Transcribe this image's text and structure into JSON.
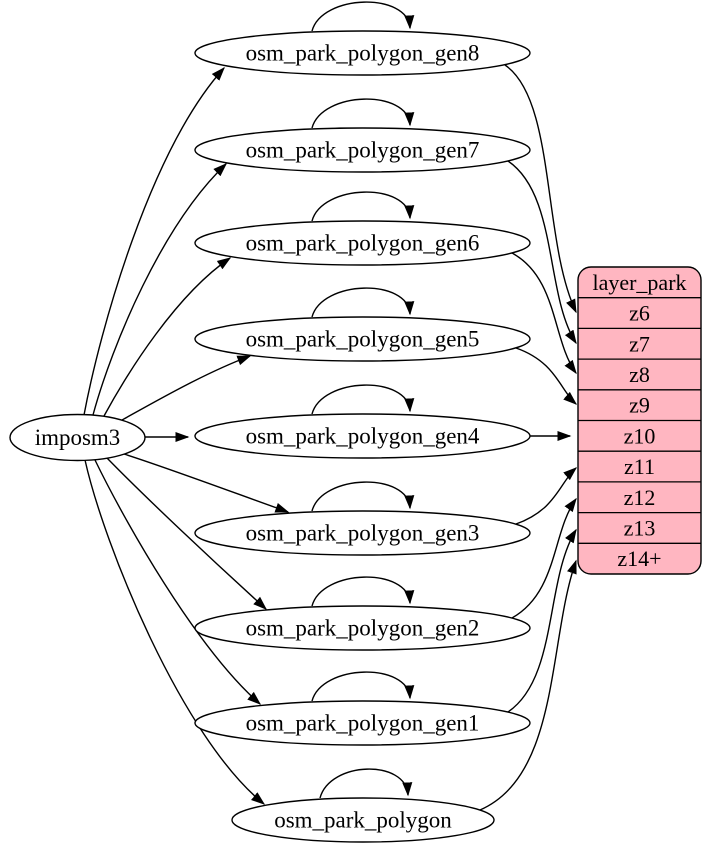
{
  "diagram": {
    "source": {
      "label": "imposm3"
    },
    "tables": [
      {
        "label": "osm_park_polygon_gen8"
      },
      {
        "label": "osm_park_polygon_gen7"
      },
      {
        "label": "osm_park_polygon_gen6"
      },
      {
        "label": "osm_park_polygon_gen5"
      },
      {
        "label": "osm_park_polygon_gen4"
      },
      {
        "label": "osm_park_polygon_gen3"
      },
      {
        "label": "osm_park_polygon_gen2"
      },
      {
        "label": "osm_park_polygon_gen1"
      },
      {
        "label": "osm_park_polygon"
      }
    ],
    "layer": {
      "title": "layer_park",
      "rows": [
        "z6",
        "z7",
        "z8",
        "z9",
        "z10",
        "z11",
        "z12",
        "z13",
        "z14+"
      ]
    },
    "edges": [
      {
        "from": "imposm3",
        "to": "osm_park_polygon_gen8"
      },
      {
        "from": "imposm3",
        "to": "osm_park_polygon_gen7"
      },
      {
        "from": "imposm3",
        "to": "osm_park_polygon_gen6"
      },
      {
        "from": "imposm3",
        "to": "osm_park_polygon_gen5"
      },
      {
        "from": "imposm3",
        "to": "osm_park_polygon_gen4"
      },
      {
        "from": "imposm3",
        "to": "osm_park_polygon_gen3"
      },
      {
        "from": "imposm3",
        "to": "osm_park_polygon_gen2"
      },
      {
        "from": "imposm3",
        "to": "osm_park_polygon_gen1"
      },
      {
        "from": "imposm3",
        "to": "osm_park_polygon"
      },
      {
        "from": "osm_park_polygon_gen8",
        "to": "osm_park_polygon_gen8"
      },
      {
        "from": "osm_park_polygon_gen7",
        "to": "osm_park_polygon_gen7"
      },
      {
        "from": "osm_park_polygon_gen6",
        "to": "osm_park_polygon_gen6"
      },
      {
        "from": "osm_park_polygon_gen5",
        "to": "osm_park_polygon_gen5"
      },
      {
        "from": "osm_park_polygon_gen4",
        "to": "osm_park_polygon_gen4"
      },
      {
        "from": "osm_park_polygon_gen3",
        "to": "osm_park_polygon_gen3"
      },
      {
        "from": "osm_park_polygon_gen2",
        "to": "osm_park_polygon_gen2"
      },
      {
        "from": "osm_park_polygon_gen1",
        "to": "osm_park_polygon_gen1"
      },
      {
        "from": "osm_park_polygon",
        "to": "osm_park_polygon"
      },
      {
        "from": "osm_park_polygon_gen8",
        "to": "layer_park.z6"
      },
      {
        "from": "osm_park_polygon_gen7",
        "to": "layer_park.z7"
      },
      {
        "from": "osm_park_polygon_gen6",
        "to": "layer_park.z8"
      },
      {
        "from": "osm_park_polygon_gen5",
        "to": "layer_park.z9"
      },
      {
        "from": "osm_park_polygon_gen4",
        "to": "layer_park.z10"
      },
      {
        "from": "osm_park_polygon_gen3",
        "to": "layer_park.z11"
      },
      {
        "from": "osm_park_polygon_gen2",
        "to": "layer_park.z12"
      },
      {
        "from": "osm_park_polygon_gen1",
        "to": "layer_park.z13"
      },
      {
        "from": "osm_park_polygon",
        "to": "layer_park.z14+"
      }
    ],
    "colors": {
      "layer_fill": "#ffb6c1",
      "node_fill": "#ffffff",
      "edge": "#000000",
      "background": "#ffffff"
    }
  }
}
